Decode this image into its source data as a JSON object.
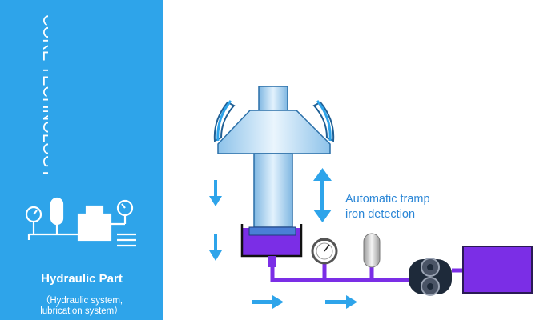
{
  "sidebar": {
    "vertical_title": "CORE TECHNOLOGY",
    "section_title": "Hydraulic Part",
    "section_subtitle_line1": "（Hydraulic system,",
    "section_subtitle_line2": "lubrication system）",
    "background_color": "#2ea4ea",
    "icon": "hydraulic-system-icon"
  },
  "diagram": {
    "caption_line1": "Automatic tramp",
    "caption_line2": "iron detection",
    "colors": {
      "cylinder_fill": "#7b2ee6",
      "pipe": "#7b2ee6",
      "arrow": "#2ea4ea",
      "crusher_body": "#c5e2f7",
      "crusher_stroke": "#2a6fa8"
    },
    "icons": [
      "crusher-cone-icon",
      "pressure-gauge-icon",
      "accumulator-icon",
      "gear-pump-icon",
      "motor-box-icon"
    ]
  }
}
